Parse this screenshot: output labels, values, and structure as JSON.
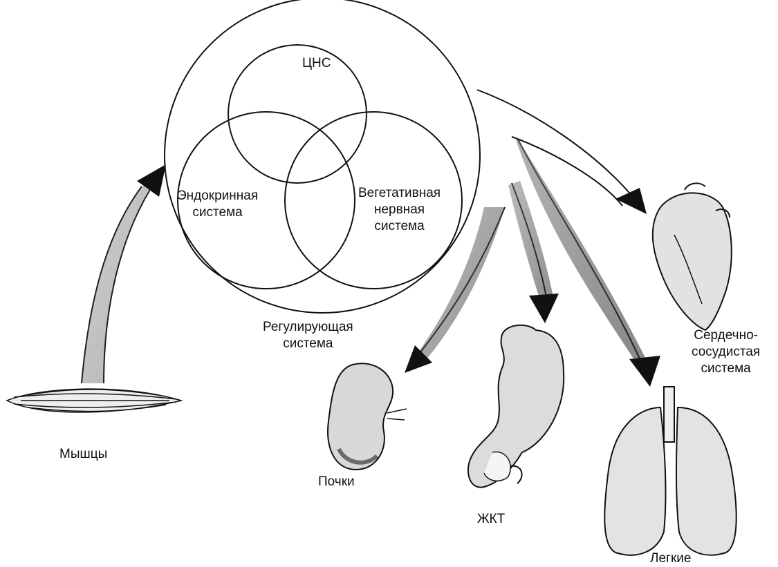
{
  "circles": {
    "cns": "ЦНС",
    "endocrine": [
      "Эндокринная",
      "система"
    ],
    "autonomic": [
      "Вегетативная",
      "нервная",
      "система"
    ],
    "regulating": [
      "Регулирующая",
      "система"
    ]
  },
  "organs": {
    "muscles": "Мышцы",
    "kidneys": "Почки",
    "gi_tract": "ЖКТ",
    "cardiovascular": [
      "Сердечно-",
      "сосудистая",
      "система"
    ],
    "lungs": "Легкие"
  },
  "colors": {
    "ink": "#111111",
    "background": "#ffffff"
  }
}
